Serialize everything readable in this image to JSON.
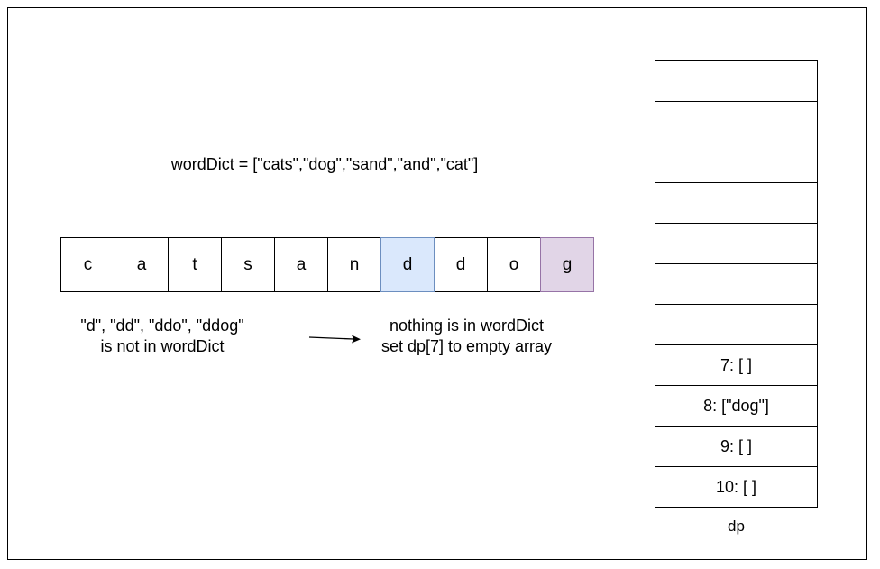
{
  "word_dict_text": "wordDict = [\"cats\",\"dog\",\"sand\",\"and\",\"cat\"]",
  "string_cells": [
    {
      "char": "c",
      "highlight": "none"
    },
    {
      "char": "a",
      "highlight": "none"
    },
    {
      "char": "t",
      "highlight": "none"
    },
    {
      "char": "s",
      "highlight": "none"
    },
    {
      "char": "a",
      "highlight": "none"
    },
    {
      "char": "n",
      "highlight": "none"
    },
    {
      "char": "d",
      "highlight": "blue"
    },
    {
      "char": "d",
      "highlight": "none"
    },
    {
      "char": "o",
      "highlight": "none"
    },
    {
      "char": "g",
      "highlight": "purple"
    }
  ],
  "highlight_colors": {
    "blue": "#dae8fc",
    "purple": "#e1d5e7",
    "blue_border": "#6c8ebf",
    "purple_border": "#9673a6"
  },
  "left_note": {
    "line1": "\"d\", \"dd\", \"ddo\", \"ddog\"",
    "line2": "is not in wordDict"
  },
  "right_note": {
    "line1": "nothing is in wordDict",
    "line2": "set dp[7] to empty array"
  },
  "dp_rows": [
    "",
    "",
    "",
    "",
    "",
    "",
    "",
    "7: [ ]",
    "8: [\"dog\"]",
    "9: [ ]",
    "10: [ ]"
  ],
  "dp_label": "dp"
}
